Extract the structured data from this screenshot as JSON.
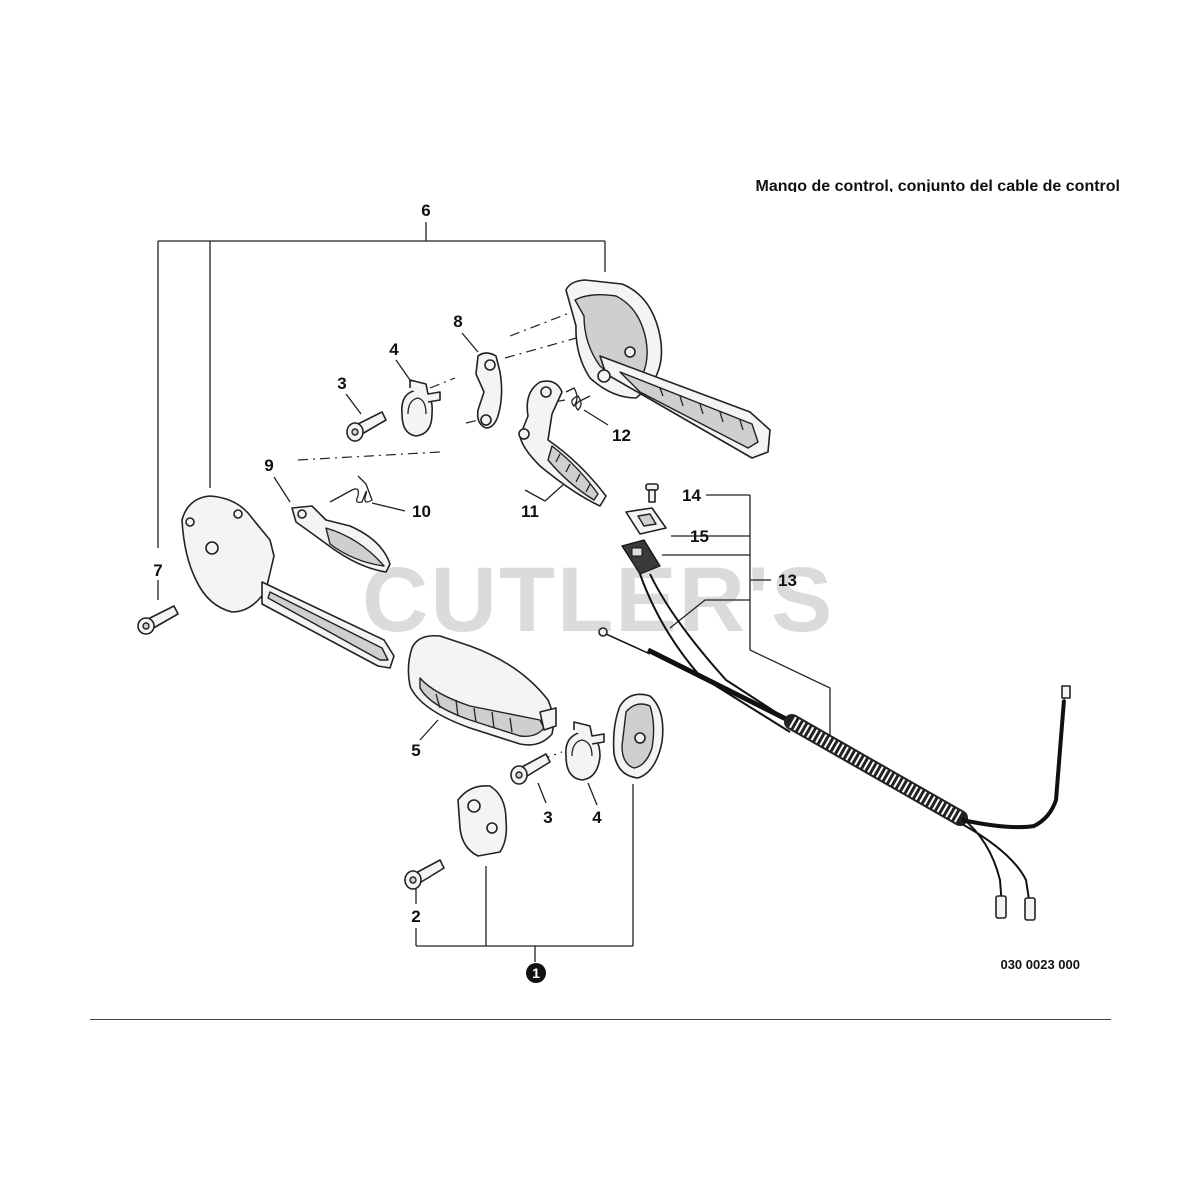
{
  "title": "Mango de control, conjunto del cable de control",
  "diagram_code": "030 0023 000",
  "watermark": "CUTLER'S",
  "callouts": {
    "c1": "1",
    "c2": "2",
    "c3a": "3",
    "c3b": "3",
    "c4a": "4",
    "c4b": "4",
    "c5": "5",
    "c6": "6",
    "c7": "7",
    "c8": "8",
    "c9": "9",
    "c10": "10",
    "c11": "11",
    "c12": "12",
    "c13": "13",
    "c14": "14",
    "c15": "15"
  }
}
